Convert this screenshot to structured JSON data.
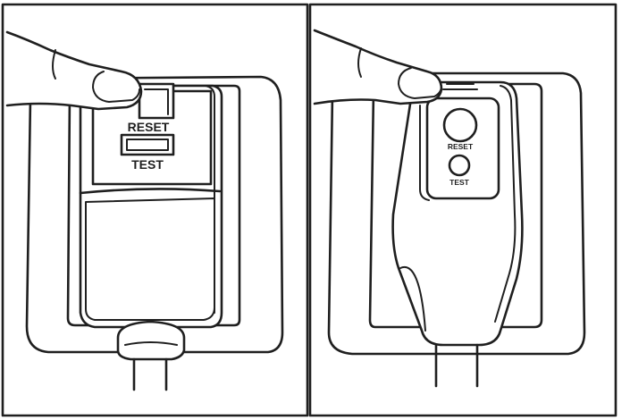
{
  "panels": [
    {
      "id": "left",
      "reset_label": "RESET",
      "test_label": "TEST"
    },
    {
      "id": "right",
      "reset_label": "RESET",
      "test_label": "TEST"
    }
  ],
  "colors": {
    "line": "#1f1f1f",
    "background": "#ffffff"
  }
}
